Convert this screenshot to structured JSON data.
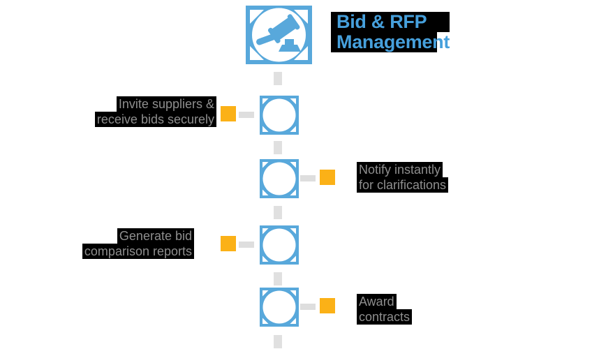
{
  "header": {
    "title_line1": "Bid & RFP",
    "title_line2": "Management",
    "icon": "gavel-icon"
  },
  "steps": [
    {
      "side": "left",
      "label_line1": "Invite suppliers &",
      "label_line2": "receive bids securely"
    },
    {
      "side": "right",
      "label_line1": "Notify instantly",
      "label_line2": "for clarifications"
    },
    {
      "side": "left",
      "label_line1": "Generate bid",
      "label_line2": "comparison reports"
    },
    {
      "side": "right",
      "label_line1": "Award",
      "label_line2": "contracts"
    }
  ],
  "icons": [
    "gavel-icon",
    "circle-node-icon"
  ],
  "colors": {
    "node_blue": "#58a8db",
    "title_blue": "#46a0dc",
    "accent_yellow": "#fbb117",
    "dash_gray": "#e0e0e0",
    "label_gray": "#8e8e8e",
    "highlight_black": "#000000",
    "background": "#ffffff"
  }
}
